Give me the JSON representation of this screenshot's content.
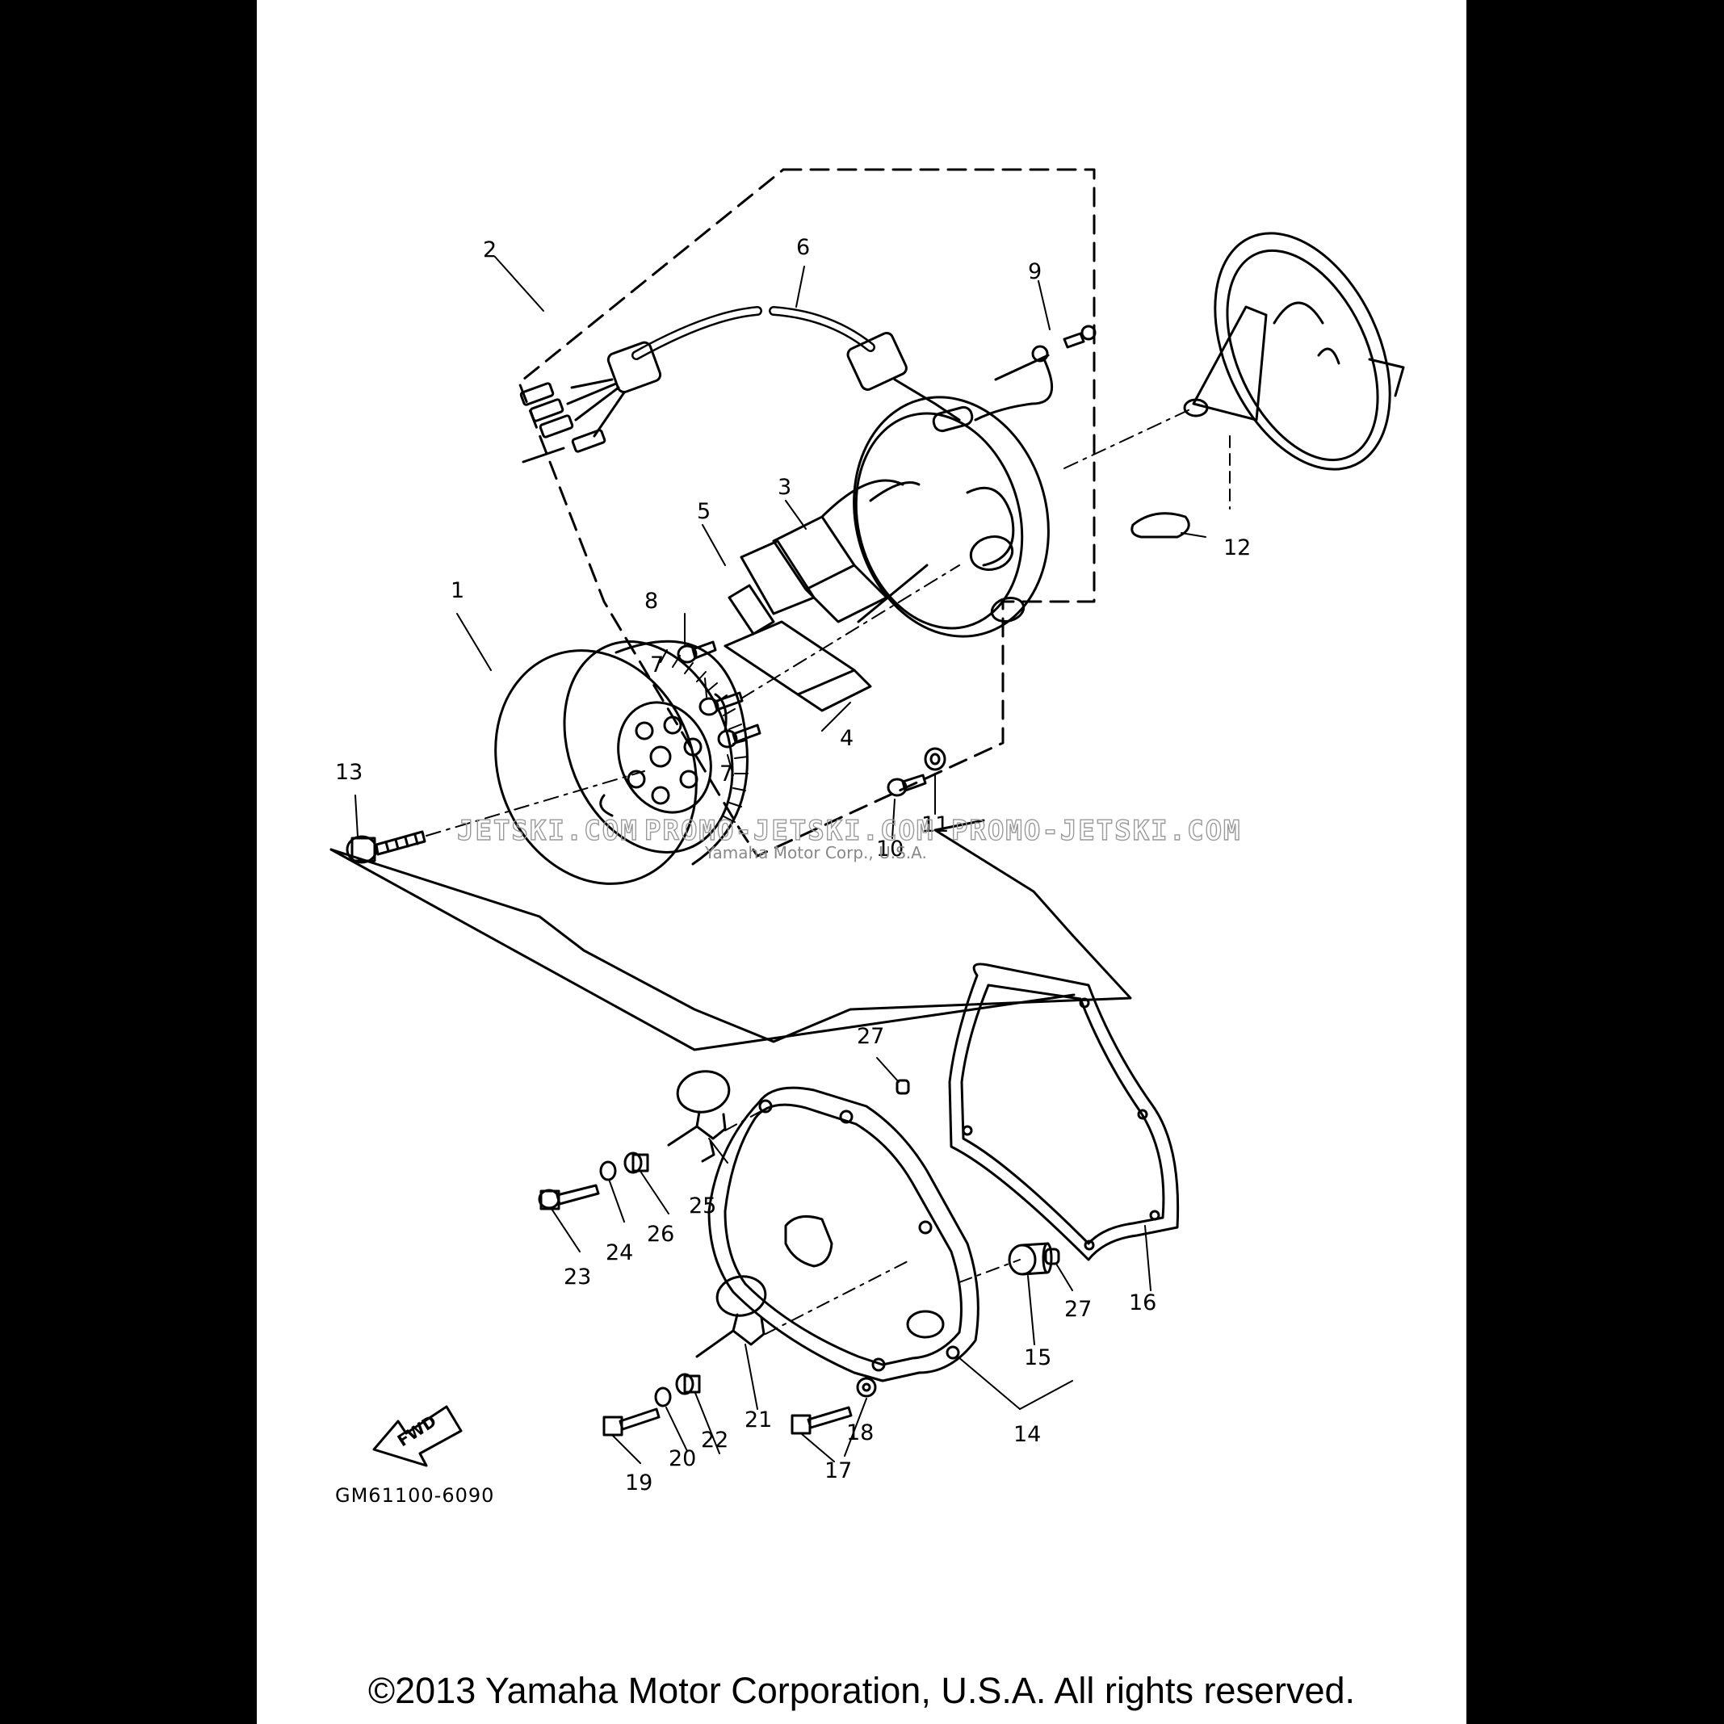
{
  "diagram": {
    "part_labels": {
      "p1": "1",
      "p2": "2",
      "p3": "3",
      "p4": "4",
      "p5": "5",
      "p6": "6",
      "p7a": "7",
      "p7b": "7",
      "p8": "8",
      "p9": "9",
      "p10": "10",
      "p11": "11",
      "p12": "12",
      "p13": "13",
      "p14": "14",
      "p15": "15",
      "p16": "16",
      "p17": "17",
      "p18": "18",
      "p19": "19",
      "p20": "20",
      "p21": "21",
      "p22": "22",
      "p23": "23",
      "p24": "24",
      "p25": "25",
      "p26": "26",
      "p27a": "27",
      "p27b": "27"
    },
    "fwd_label": "FWD",
    "diagram_code": "GM61100-6090"
  },
  "watermark": {
    "left": "JETSKI.COM",
    "middle": "PROMO-JETSKI.COM",
    "right": "PROMO-JETSKI.COM",
    "overlay": "Yamaha Motor Corp., U.S.A."
  },
  "footer": {
    "copyright": "©2013 Yamaha Motor Corporation, U.S.A. All rights reserved."
  }
}
